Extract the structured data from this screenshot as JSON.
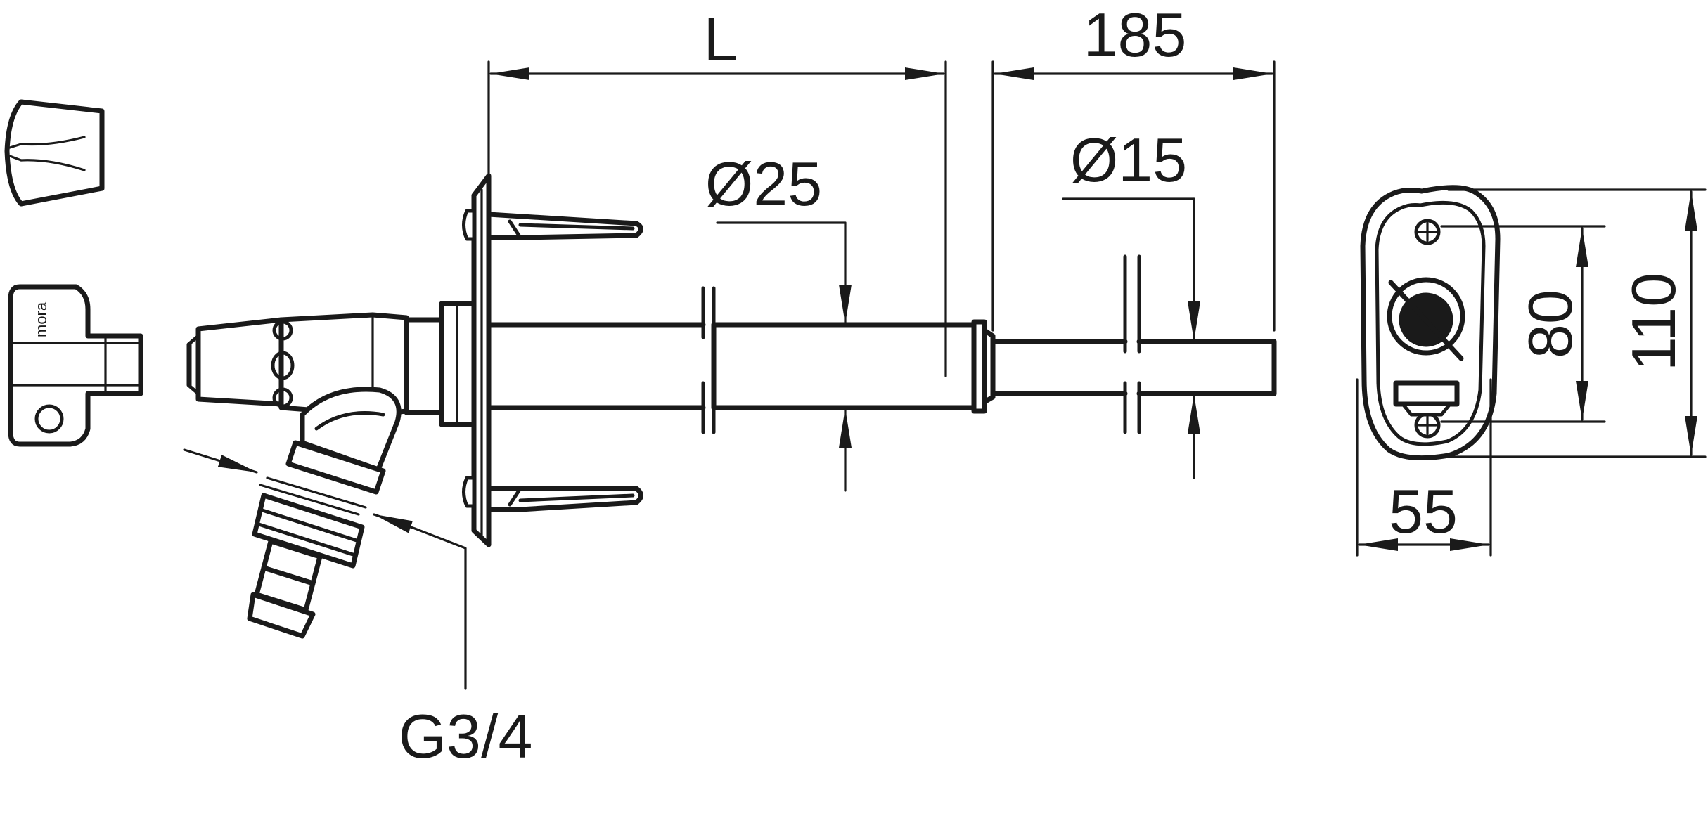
{
  "drawing": {
    "dimensions": {
      "length": "L",
      "length_extension": "185",
      "diameter_outer": "Ø25",
      "diameter_inner": "Ø15",
      "thread": "G3/4",
      "hole_spacing": "80",
      "plate_height": "110",
      "plate_width": "55"
    },
    "key_logo": "mora"
  }
}
